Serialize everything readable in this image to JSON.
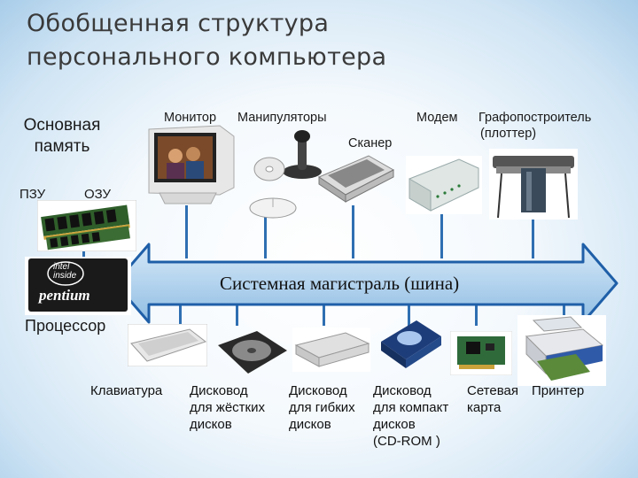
{
  "title": {
    "line1": "Обобщенная структура",
    "line2": "персонального компьютера"
  },
  "memory": {
    "main_line1": "Основная",
    "main_line2": "память",
    "rom": "ПЗУ",
    "ram": "ОЗУ"
  },
  "processor": {
    "label": "Процессор",
    "chip_line1": "intel",
    "chip_line2": "inside",
    "chip_brand": "pentium"
  },
  "bus": {
    "label": "Системная магистраль (шина)"
  },
  "top_devices": {
    "monitor": "Монитор",
    "manipulators": "Манипуляторы",
    "scanner": "Сканер",
    "modem": "Модем",
    "plotter_line1": "Графопостроитель",
    "plotter_line2": "(плоттер)"
  },
  "bottom_devices": {
    "keyboard": "Клавиатура",
    "hdd_line1": "Дисковод",
    "hdd_line2": "для жёстких",
    "hdd_line3": "дисков",
    "fdd_line1": "Дисковод",
    "fdd_line2": "для гибких",
    "fdd_line3": "дисков",
    "cd_line1": "Дисковод",
    "cd_line2": "для компакт",
    "cd_line3": "дисков",
    "cd_line4": "(CD-ROM )",
    "nic_line1": "Сетевая",
    "nic_line2": "карта",
    "printer": "Принтер"
  },
  "colors": {
    "bus_fill": "#b7d6ef",
    "bus_stroke": "#1f5fa8",
    "line": "#2f6fb2"
  }
}
